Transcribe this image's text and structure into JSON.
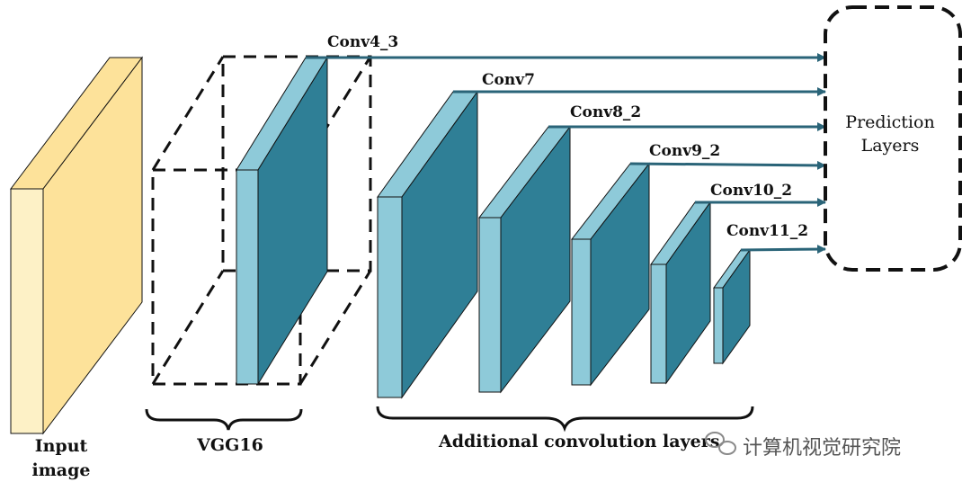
{
  "labels": {
    "input_line1": "Input",
    "input_line2": "image",
    "vgg16": "VGG16",
    "additional": "Additional convolution layers",
    "prediction_line1": "Prediction",
    "prediction_line2": "Layers"
  },
  "layers": [
    {
      "name": "Conv4_3"
    },
    {
      "name": "Conv7"
    },
    {
      "name": "Conv8_2"
    },
    {
      "name": "Conv9_2"
    },
    {
      "name": "Conv10_2"
    },
    {
      "name": "Conv11_2"
    }
  ],
  "watermark": "计算机视觉研究院",
  "colors": {
    "input_front": "#fdf1c6",
    "input_side": "#fde29a",
    "layer_front": "#8ecad9",
    "layer_side": "#2f7f96",
    "arrow": "#2a6478",
    "outline": "#111111"
  }
}
